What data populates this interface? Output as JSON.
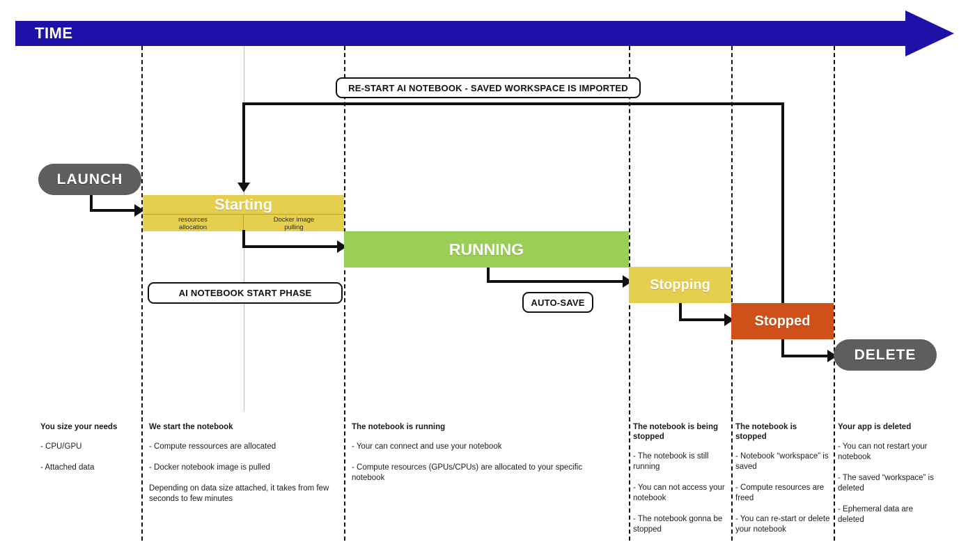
{
  "banner": {
    "label": "TIME"
  },
  "nodes": {
    "launch": "LAUNCH",
    "delete": "DELETE"
  },
  "states": {
    "starting": {
      "label": "Starting",
      "sub_left": "resources\nallocation",
      "sub_left_line1": "resources",
      "sub_left_line2": "allocation",
      "sub_right_line1": "Docker image",
      "sub_right_line2": "pulling"
    },
    "running": {
      "label": "RUNNING"
    },
    "stopping": {
      "label": "Stopping"
    },
    "stopped": {
      "label": "Stopped"
    }
  },
  "callouts": {
    "restart": "RE-START AI NOTEBOOK - SAVED WORKSPACE IS IMPORTED",
    "start_phase": "AI NOTEBOOK START PHASE",
    "auto_save": "AUTO-SAVE"
  },
  "colors": {
    "banner_blue": "#1e11a8",
    "pill_gray": "#5e5e5e",
    "yellow": "#e6cf4e",
    "green": "#9bce55",
    "orange": "#cf5019",
    "stroke": "#111111"
  },
  "columns": [
    {
      "title": "You size your needs",
      "bullets": [
        "- CPU/GPU",
        "- Attached data"
      ]
    },
    {
      "title": "We start the notebook",
      "bullets": [
        "- Compute ressources are allocated",
        "- Docker notebook image is pulled",
        "Depending on data size attached, it takes from few seconds to few minutes"
      ]
    },
    {
      "title": "The notebook is running",
      "bullets": [
        "- Your can connect and use your notebook",
        "- Compute resources (GPUs/CPUs) are allocated to your specific notebook"
      ]
    },
    {
      "title": "The notebook is being stopped",
      "bullets": [
        "- The notebook is still running",
        "- You can not access your notebook",
        "- The notebook gonna be stopped"
      ]
    },
    {
      "title": "The notebook is stopped",
      "bullets": [
        "- Notebook “workspace” is saved",
        "- Compute resources are freed",
        "- You can re-start or delete your notebook"
      ]
    },
    {
      "title": "Your app is deleted",
      "bullets": [
        "- You can not restart your notebook",
        "- The saved “workspace” is deleted",
        "- Ephemeral data are deleted"
      ]
    }
  ]
}
